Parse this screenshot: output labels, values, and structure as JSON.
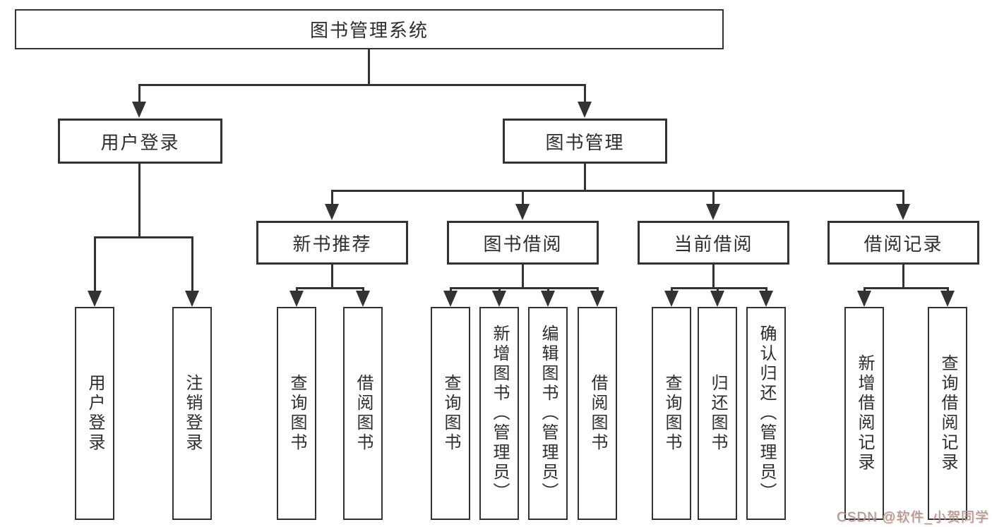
{
  "colors": {
    "line": "#333333",
    "text": "#2e2e2e",
    "background": "#ffffff",
    "watermark_text": "#9b9b9b",
    "watermark_accent": "#fc5531"
  },
  "watermark": {
    "text": "CSDN @软件_小贺同学"
  },
  "tree": {
    "label": "图书管理系统",
    "children": [
      {
        "label": "用户登录",
        "children": [
          {
            "label": "用户登录"
          },
          {
            "label": "注销登录"
          }
        ]
      },
      {
        "label": "图书管理",
        "children": [
          {
            "label": "新书推荐",
            "children": [
              {
                "label": "查询图书"
              },
              {
                "label": "借阅图书"
              }
            ]
          },
          {
            "label": "图书借阅",
            "children": [
              {
                "label": "查询图书"
              },
              {
                "label": "新增图书（管理员）"
              },
              {
                "label": "编辑图书（管理员）"
              },
              {
                "label": "借阅图书"
              }
            ]
          },
          {
            "label": "当前借阅",
            "children": [
              {
                "label": "查询图书"
              },
              {
                "label": "归还图书"
              },
              {
                "label": "确认归还（管理员）"
              }
            ]
          },
          {
            "label": "借阅记录",
            "children": [
              {
                "label": "新增借阅记录"
              },
              {
                "label": "查询借阅记录"
              }
            ]
          }
        ]
      }
    ]
  }
}
